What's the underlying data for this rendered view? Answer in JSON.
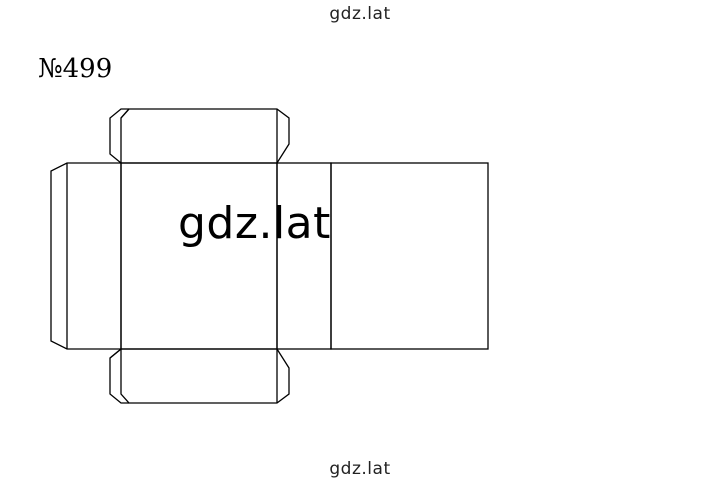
{
  "watermark": {
    "top": "gdz.lat",
    "center": "gdz.lat",
    "bottom": "gdz.lat"
  },
  "problem": {
    "number": "№499"
  },
  "colors": {
    "line": "#000000",
    "background": "#ffffff"
  }
}
